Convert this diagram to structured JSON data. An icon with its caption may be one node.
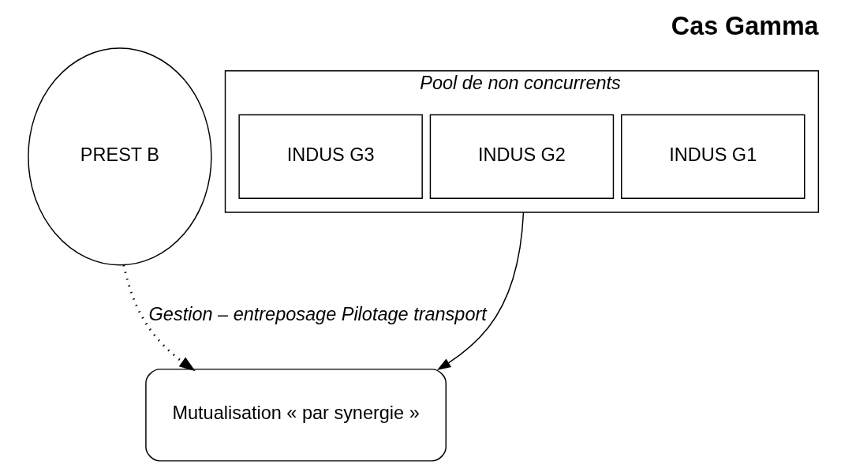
{
  "diagram": {
    "title": "Cas Gamma",
    "nodes": [
      {
        "text": [
          "PREST B"
        ]
      },
      {
        "text": [
          "Pool de non concurrents"
        ]
      },
      {
        "text": [
          "INDUS G1"
        ],
        "in": 1
      },
      {
        "text": [
          "INDUS G2"
        ],
        "in": 1
      },
      {
        "text": [
          "INDUS G3"
        ],
        "in": 1
      },
      {
        "text": [
          "Mutualisation « par synergie »"
        ]
      }
    ],
    "edges": [
      {
        "from": 1,
        "to": 5,
        "arrow": "to"
      },
      {
        "from": 0,
        "to": 5,
        "arrow": "to",
        "style": "dashed",
        "label": "Gestion – entreposage Pilotage transport"
      }
    ]
  }
}
